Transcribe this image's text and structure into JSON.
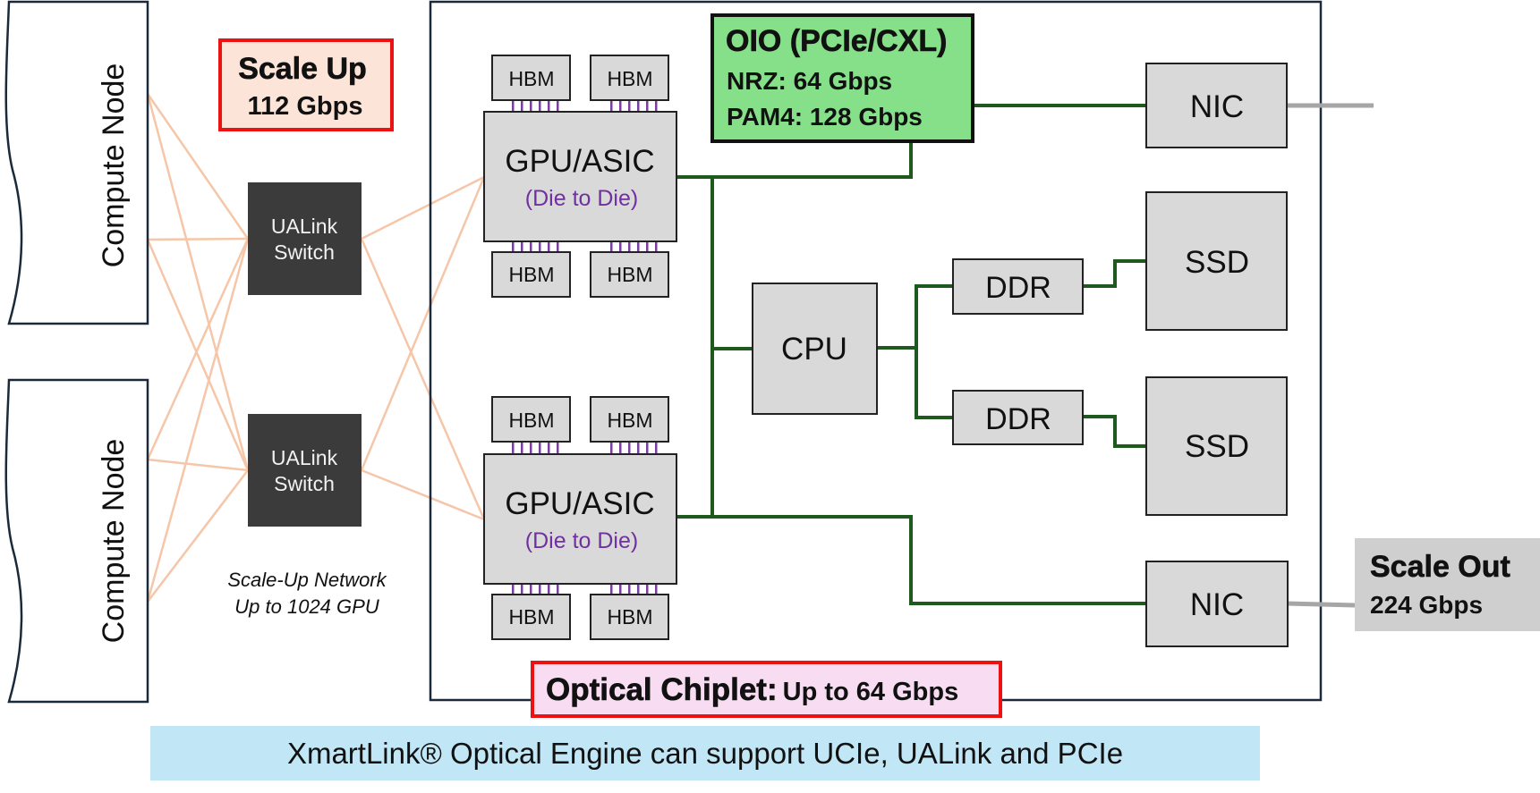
{
  "compute_nodes": [
    "Compute Node",
    "Compute Node"
  ],
  "scale_up": {
    "title": "Scale Up",
    "rate": "112 Gbps"
  },
  "switches": [
    {
      "line1": "UALink",
      "line2": "Switch"
    },
    {
      "line1": "UALink",
      "line2": "Switch"
    }
  ],
  "scale_up_network": {
    "line1": "Scale-Up Network",
    "line2": "Up to 1024 GPU"
  },
  "hbm_label": "HBM",
  "gpus": [
    {
      "title": "GPU/ASIC",
      "sub": "(Die to Die)"
    },
    {
      "title": "GPU/ASIC",
      "sub": "(Die to Die)"
    }
  ],
  "oio": {
    "title": "OIO (PCIe/CXL)",
    "line1": "NRZ: 64 Gbps",
    "line2": "PAM4: 128 Gbps"
  },
  "cpu": "CPU",
  "ddr": [
    "DDR",
    "DDR"
  ],
  "ssd": [
    "SSD",
    "SSD"
  ],
  "nic": [
    "NIC",
    "NIC"
  ],
  "scale_out": {
    "title": "Scale Out",
    "rate": "224 Gbps"
  },
  "optical_chiplet": {
    "title": "Optical Chiplet:",
    "rate": "Up to 64 Gbps"
  },
  "footer": "XmartLink® Optical Engine can support UCIe, UALink and PCIe",
  "colors": {
    "fabric_line": "#f5c6a8",
    "bus_line": "#1e5a1e",
    "hbm_link": "#7a3ea0",
    "die_text": "#7030a0",
    "oio_fill": "#86e08a",
    "scale_up_fill": "#fde4d8",
    "highlight_border": "#ee1111",
    "chiplet_fill": "#f7dcf2",
    "switch_fill": "#3b3b3b",
    "component_fill": "#d9d9d9",
    "scale_out_fill": "#cfcfcf",
    "footer_fill": "#c1e6f5"
  }
}
